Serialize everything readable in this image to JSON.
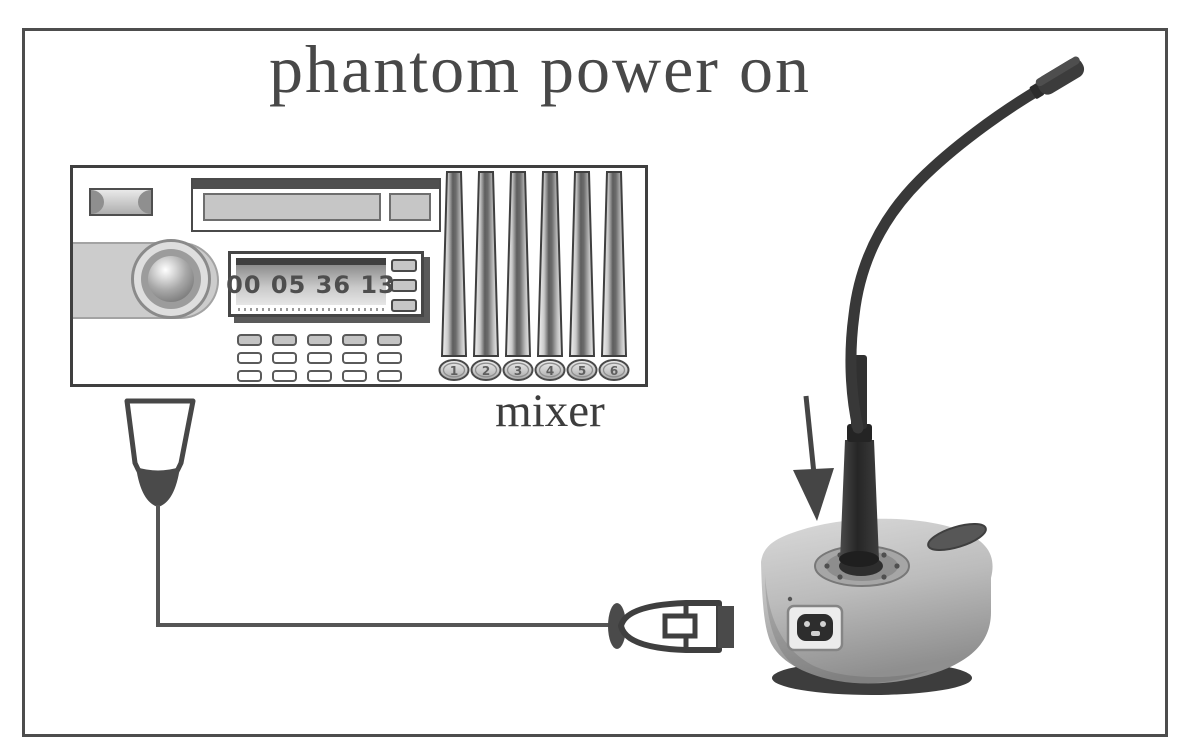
{
  "diagram": {
    "title": "phantom power on",
    "mixer": {
      "label": "mixer",
      "display_value": "00 05 36 13",
      "channels": [
        "1",
        "2",
        "3",
        "4",
        "5",
        "6"
      ]
    },
    "colors": {
      "ink": "#474747",
      "panel_gray": "#cccccc",
      "photo_gray": "#b5b5b5",
      "dark_hardware": "#383838"
    }
  }
}
